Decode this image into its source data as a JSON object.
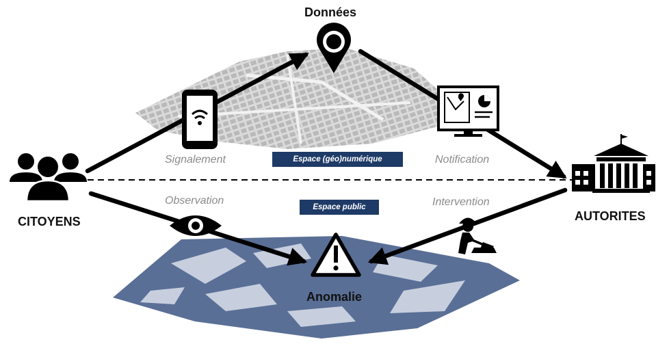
{
  "nodes": {
    "donnees": "Données",
    "citoyens": "CITOYENS",
    "autorites": "AUTORITES",
    "anomalie": "Anomalie"
  },
  "flows": {
    "signalement": "Signalement",
    "notification": "Notification",
    "observation": "Observation",
    "intervention": "Intervention"
  },
  "spaces": {
    "numerique": "Espace (géo)numérique",
    "public": "Espace public"
  },
  "colors": {
    "arrow": "#000000",
    "pill_bg": "#1e3a66",
    "map_top": "#b9b9b9",
    "map_bottom": "#5a6f96",
    "flow_text": "#8a8a8a"
  },
  "icons": [
    "citizens-group-icon",
    "smartphone-wifi-icon",
    "map-pin-icon",
    "dashboard-monitor-icon",
    "government-building-icon",
    "eye-icon",
    "worker-shovel-icon",
    "warning-triangle-icon"
  ]
}
